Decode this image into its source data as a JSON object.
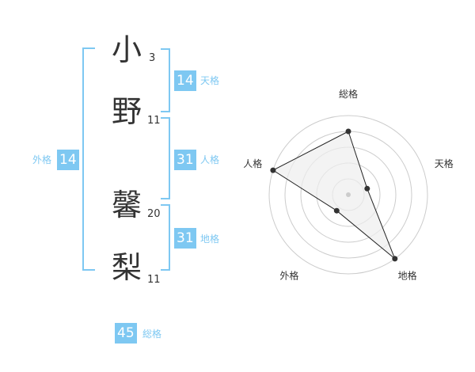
{
  "name": {
    "chars": [
      {
        "char": "小",
        "strokes": "3"
      },
      {
        "char": "野",
        "strokes": "11"
      },
      {
        "char": "馨",
        "strokes": "20"
      },
      {
        "char": "梨",
        "strokes": "11"
      }
    ]
  },
  "grades": {
    "tenkaku": {
      "value": "14",
      "label": "天格"
    },
    "jinkaku": {
      "value": "31",
      "label": "人格"
    },
    "chikaku": {
      "value": "31",
      "label": "地格"
    },
    "gaikaku": {
      "value": "14",
      "label": "外格"
    },
    "soukaku": {
      "value": "45",
      "label": "総格"
    }
  },
  "colors": {
    "accent": "#7ec8f2",
    "text": "#333333",
    "grid": "#cccccc",
    "fill": "#eeeeee"
  },
  "chart_data": {
    "type": "radar",
    "axes": [
      "総格",
      "天格",
      "地格",
      "外格",
      "人格"
    ],
    "values": [
      0.8,
      0.25,
      1.0,
      0.25,
      1.0
    ],
    "rings": 5
  }
}
